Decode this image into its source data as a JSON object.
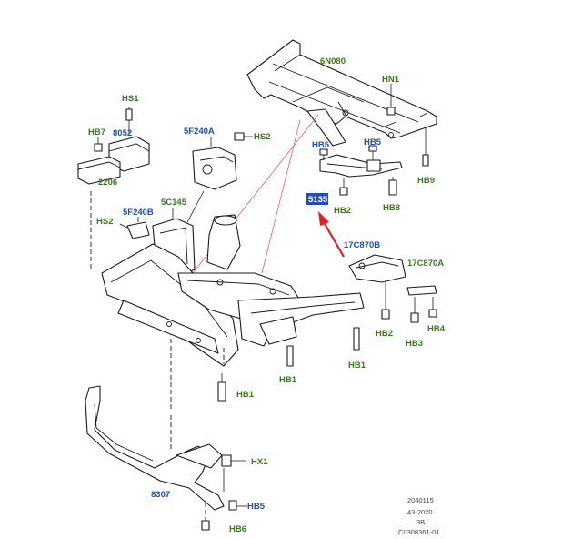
{
  "labels": {
    "l_6n080": "6N080",
    "l_hn1": "HN1",
    "l_hs1": "HS1",
    "l_hb7": "HB7",
    "l_8052": "8052",
    "l_2206": "2206",
    "l_5f240a": "5F240A",
    "l_hs2_top": "HS2",
    "l_hb5_a": "HB5",
    "l_hb5_b": "HB5",
    "l_hb2_top": "HB2",
    "l_hb8": "HB8",
    "l_hb9": "HB9",
    "l_5135": "5135",
    "l_5c145": "5C145",
    "l_5f240b": "5F240B",
    "l_hs2_left": "HS2",
    "l_17c870b": "17C870B",
    "l_17c870a": "17C870A",
    "l_hb2_right": "HB2",
    "l_hb3": "HB3",
    "l_hb4": "HB4",
    "l_hb1_mid": "HB1",
    "l_hb1_right": "HB1",
    "l_hb1_left": "HB1",
    "l_hx1": "HX1",
    "l_8307": "8307",
    "l_hb5_bottom": "HB5",
    "l_hb6": "HB6"
  },
  "footer": {
    "line1": "2040115",
    "line2": "43-2020",
    "line3": "3B",
    "line4": "C0308361-01"
  },
  "colors": {
    "fastener_label": "#3a7a1e",
    "part_label": "#1f4fb0",
    "highlight_box": "#1f4fb0",
    "arrow": "#e02020"
  }
}
